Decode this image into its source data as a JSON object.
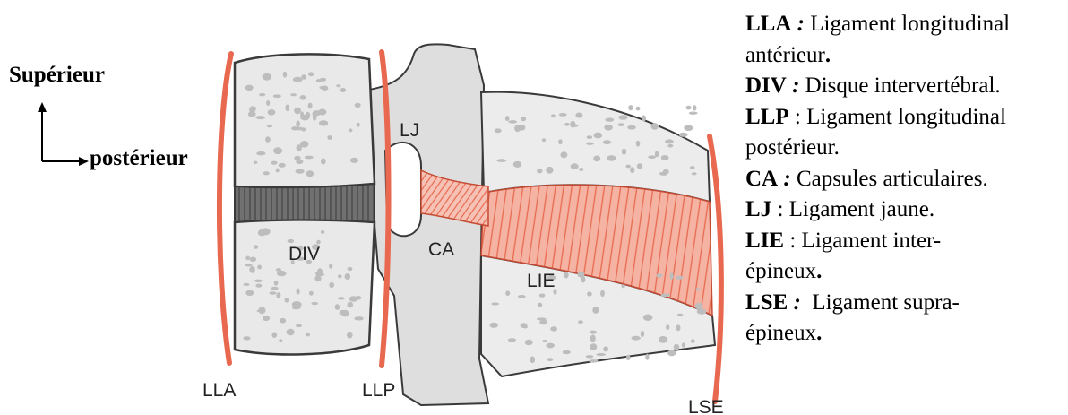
{
  "orientation": {
    "superior_label": "Supérieur",
    "posterior_label": "postérieur"
  },
  "diagram_labels": {
    "lla": "LLA",
    "llp": "LLP",
    "lj": "LJ",
    "div": "DIV",
    "ca": "CA",
    "lie": "LIE",
    "lse": "LSE"
  },
  "legend": [
    {
      "abbr": "LLA",
      "sep": " :",
      "line1": " Ligament longitudinal",
      "line2": "antérieur",
      "end": "."
    },
    {
      "abbr": "DIV",
      "sep": " :",
      "line1": " Disque intervertébral.",
      "line2": "",
      "end": ""
    },
    {
      "abbr": "LLP",
      "sep": " :",
      "line1": " Ligament longitudinal",
      "line2": "postérieur.",
      "end": ""
    },
    {
      "abbr": "CA",
      "sep": " :",
      "line1": " Capsules articulaires.",
      "line2": "",
      "end": ""
    },
    {
      "abbr": "LJ",
      "sep": " :",
      "line1": " Ligament jaune.",
      "line2": "",
      "end": ""
    },
    {
      "abbr": "LIE",
      "sep": " :",
      "line1": " Ligament inter-",
      "line2": "épineux",
      "end": "."
    },
    {
      "abbr": "LSE",
      "sep": " :",
      "line1": "  Ligament supra-",
      "line2": "épineux",
      "end": "."
    }
  ],
  "colors": {
    "ligament": "#e8694f",
    "ligament_fill": "#f4b3a3",
    "disc": "#6f6f6f",
    "bone": "#e9e9e9",
    "bone_outline": "#3a3a3a",
    "trabecula": "#bdbdbd"
  }
}
